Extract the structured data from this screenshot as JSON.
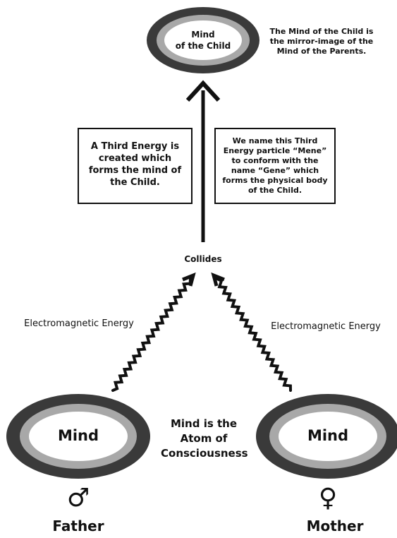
{
  "child": {
    "mind_label": "Mind\nof the Child",
    "note": "The Mind of the Child is the mirror-image of the Mind of the Parents."
  },
  "box_left": {
    "text": "A Third Energy is created which forms the mind of the Child."
  },
  "box_right": {
    "text": "We name this Third Energy particle “Mene” to conform with the name “Gene” which forms the physical body of the Child."
  },
  "collides_label": "Collides",
  "energy_left": "Electromagnetic Energy",
  "energy_right": "Electromagnetic Energy",
  "father": {
    "mind_label": "Mind",
    "symbol": "♂",
    "label": "Father"
  },
  "mother": {
    "mind_label": "Mind",
    "symbol": "♀",
    "label": "Mother"
  },
  "center_note": "Mind is the Atom of Consciousness",
  "colors": {
    "outer_ring": "#3a3a3a",
    "middle_ring": "#a8a8a8",
    "inner": "#ffffff",
    "ink": "#111111"
  }
}
